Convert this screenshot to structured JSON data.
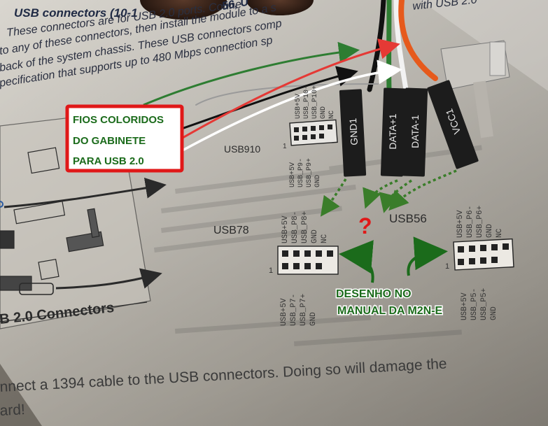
{
  "manual": {
    "heading": "USB connectors (10-1",
    "heading_tail": "56, U",
    "body_line1": "These connectors are for USB 2.0 ports. Conne",
    "body_line1_tail": "with USB 2.0",
    "body_line2": "to any of these connectors, then install the module to a s",
    "body_line3": "back of the system chassis. These USB connectors comp",
    "body_line4": "pecification that supports up to 480 Mbps connection sp",
    "footer_line1": "nnect a 1394 cable to the USB connectors. Doing so will damage the",
    "footer_line2": "ard!",
    "figure_caption": "B 2.0 Connectors"
  },
  "headers": {
    "usb910": {
      "name": "USB910",
      "pin_one": "1",
      "top_pins": [
        "USB+5V",
        "USB_P10-",
        "USB_P10+",
        "GND",
        "NC"
      ],
      "bottom_pins": [
        "USB+5V",
        "USB_P9-",
        "USB_P9+",
        "GND"
      ]
    },
    "usb78": {
      "name": "USB78",
      "pin_one": "1",
      "top_pins": [
        "USB+5V",
        "USB_P8-",
        "USB_P8+",
        "GND",
        "NC"
      ],
      "bottom_pins": [
        "USB+5V",
        "USB_P7-",
        "USB_P7+",
        "GND"
      ]
    },
    "usb56": {
      "name": "USB56",
      "pin_one": "1",
      "top_pins": [
        "USB+5V",
        "USB_P6-",
        "USB_P6+",
        "GND",
        "NC"
      ],
      "bottom_pins": [
        "USB+5V",
        "USB_P5-",
        "USB_P5+",
        "GND"
      ]
    }
  },
  "plugs": [
    "GND1",
    "DATA+1",
    "DATA-1",
    "VCC1"
  ],
  "annotations": {
    "wires_label": [
      "FIOS COLORIDOS",
      "DO GABINETE",
      "PARA USB 2.0"
    ],
    "manual_label": [
      "DESENHO NO",
      "MANUAL DA M2N-E"
    ],
    "question_mark": "?"
  },
  "colors": {
    "annotation_green": "#1b6b1b",
    "annotation_red": "#e01818",
    "annotation_box_bg": "#ffffff",
    "wire_green": "#2e7d32",
    "wire_red": "#e53935",
    "wire_black": "#111111",
    "wire_white": "#ffffff",
    "wire_orange": "#e65a1c",
    "plug_black": "#1c1c1c",
    "paper": "#d4d0c8"
  }
}
